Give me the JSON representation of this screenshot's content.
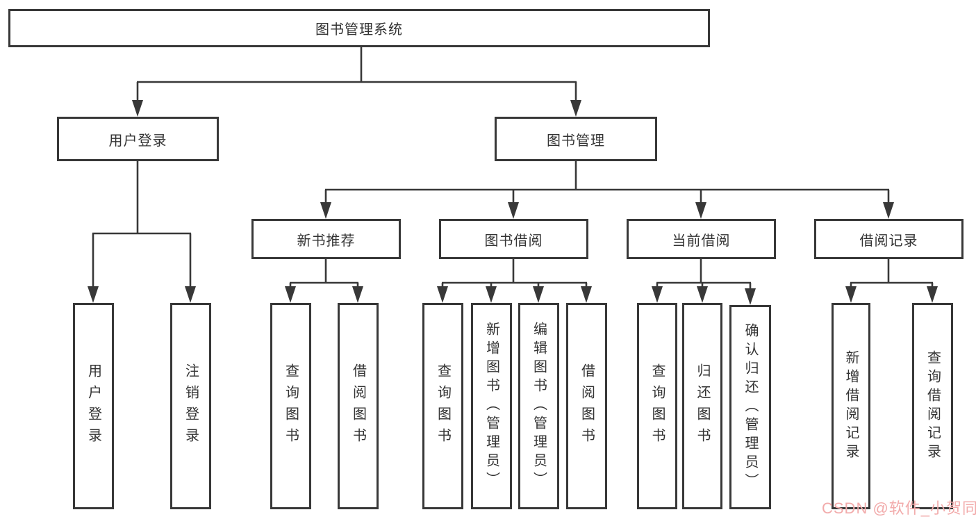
{
  "tree": {
    "label": "图书管理系统",
    "children": [
      {
        "label": "用户登录",
        "children": [
          {
            "label": "用户登录"
          },
          {
            "label": "注销登录"
          }
        ]
      },
      {
        "label": "图书管理",
        "children": [
          {
            "label": "新书推荐",
            "children": [
              {
                "label": "查询图书"
              },
              {
                "label": "借阅图书"
              }
            ]
          },
          {
            "label": "图书借阅",
            "children": [
              {
                "label": "查询图书"
              },
              {
                "label": "新增图书（管理员）"
              },
              {
                "label": "编辑图书（管理员）"
              },
              {
                "label": "借阅图书"
              }
            ]
          },
          {
            "label": "当前借阅",
            "children": [
              {
                "label": "查询图书"
              },
              {
                "label": "归还图书"
              },
              {
                "label": "确认归还（管理员）"
              }
            ]
          },
          {
            "label": "借阅记录",
            "children": [
              {
                "label": "新增借阅记录"
              },
              {
                "label": "查询借阅记录"
              }
            ]
          }
        ]
      }
    ]
  },
  "watermark": {
    "text": "CSDN @软件_小贺同学"
  },
  "colors": {
    "line": "#383838",
    "box_border": "#383838",
    "text": "#333333",
    "watermark": "#f2abab",
    "background": "#ffffff"
  }
}
